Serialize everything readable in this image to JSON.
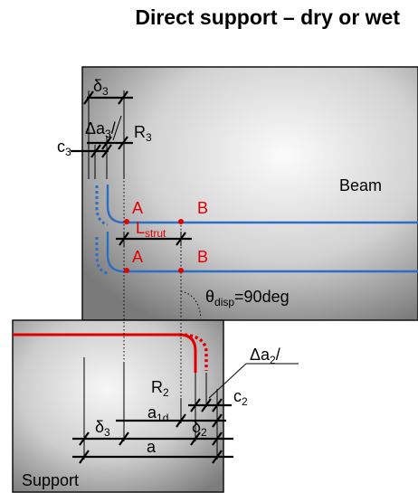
{
  "title": "Direct support – dry or wet",
  "labels": {
    "beam": "Beam",
    "support": "Support",
    "delta3_top": "δ",
    "delta3_top_sub": "3",
    "delta_a3": "Δa",
    "delta_a3_sub": "3",
    "delta_a3_mark": "/",
    "c3": "c",
    "c3_sub": "3",
    "r3": "R",
    "r3_sub": "3",
    "point_a": "A",
    "point_b": "B",
    "l_strut": "L",
    "l_strut_sub": "strut",
    "theta": "θ",
    "theta_sub": "disp",
    "theta_value": "=90deg",
    "delta_a2": "Δa",
    "delta_a2_sub": "2",
    "delta_a2_mark": "/",
    "r2": "R",
    "r2_sub": "2",
    "c2": "c",
    "c2_sub": "2",
    "a1d": "a",
    "a1d_sub": "1d",
    "delta3_bot": "δ",
    "delta3_bot_sub": "3",
    "delta2": "δ",
    "delta2_sub": "2",
    "a": "a"
  },
  "colors": {
    "rebar_beam": "#2a6fc4",
    "rebar_support": "#e00000",
    "points": "#e00000"
  }
}
